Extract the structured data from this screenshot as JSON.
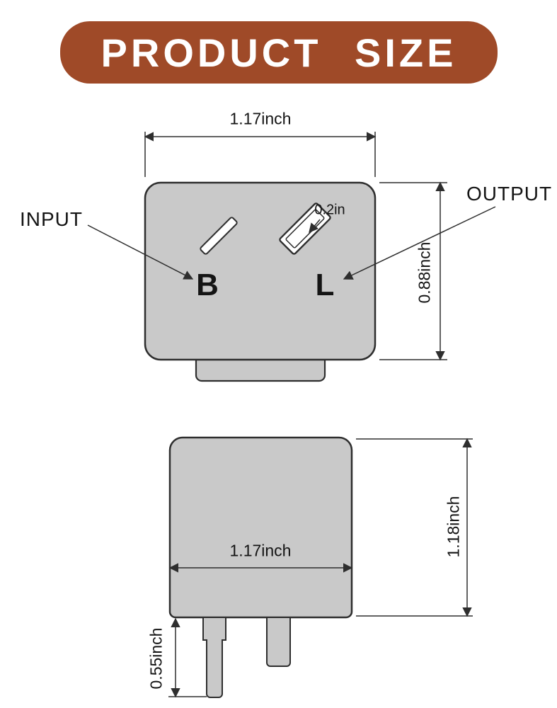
{
  "title": "PRODUCT SIZE",
  "colors": {
    "banner": "#9f4a28",
    "body_fill": "#c9c9c9",
    "line": "#2e2e2e",
    "text": "#141414",
    "slot_fill": "#ffffff"
  },
  "top_view": {
    "width_dim": "1.17inch",
    "height_dim": "0.88inch",
    "slot_dim": "0.2in",
    "input_label": "INPUT",
    "output_label": "OUTPUT",
    "terminal_b": "B",
    "terminal_l": "L"
  },
  "side_view": {
    "width_dim": "1.17inch",
    "height_dim": "1.18inch",
    "pin_dim": "0.55inch"
  }
}
